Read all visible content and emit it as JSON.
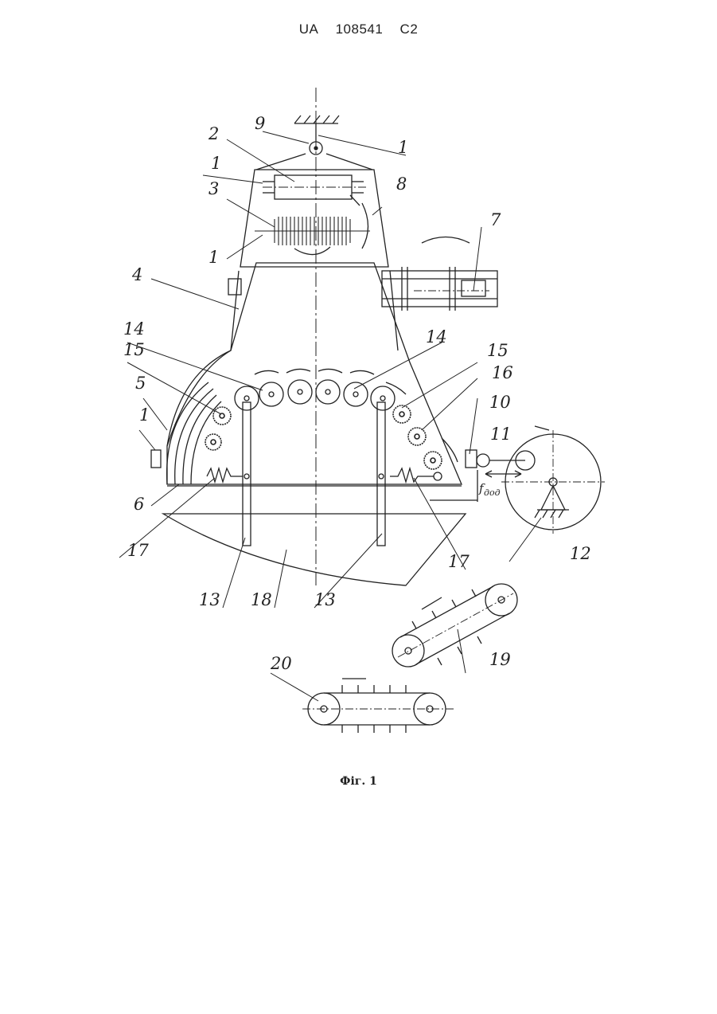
{
  "header": {
    "office": "UA",
    "number": "108541",
    "kind": "C2"
  },
  "figure": {
    "caption": "Фіг. 1",
    "labels": {
      "l1a": "1",
      "l1b": "1",
      "l1c": "1",
      "l1d": "1",
      "l2": "2",
      "l3": "3",
      "l4": "4",
      "l5": "5",
      "l6": "6",
      "l7": "7",
      "l8": "8",
      "l9": "9",
      "l10": "10",
      "l11": "11",
      "l12": "12",
      "l13a": "13",
      "l13b": "13",
      "l14a": "14",
      "l14b": "14",
      "l15a": "15",
      "l15b": "15",
      "l16": "16",
      "l17a": "17",
      "l17b": "17",
      "l18": "18",
      "l19": "19",
      "l20": "20",
      "f_main": "f",
      "f_sub": "дод"
    }
  }
}
